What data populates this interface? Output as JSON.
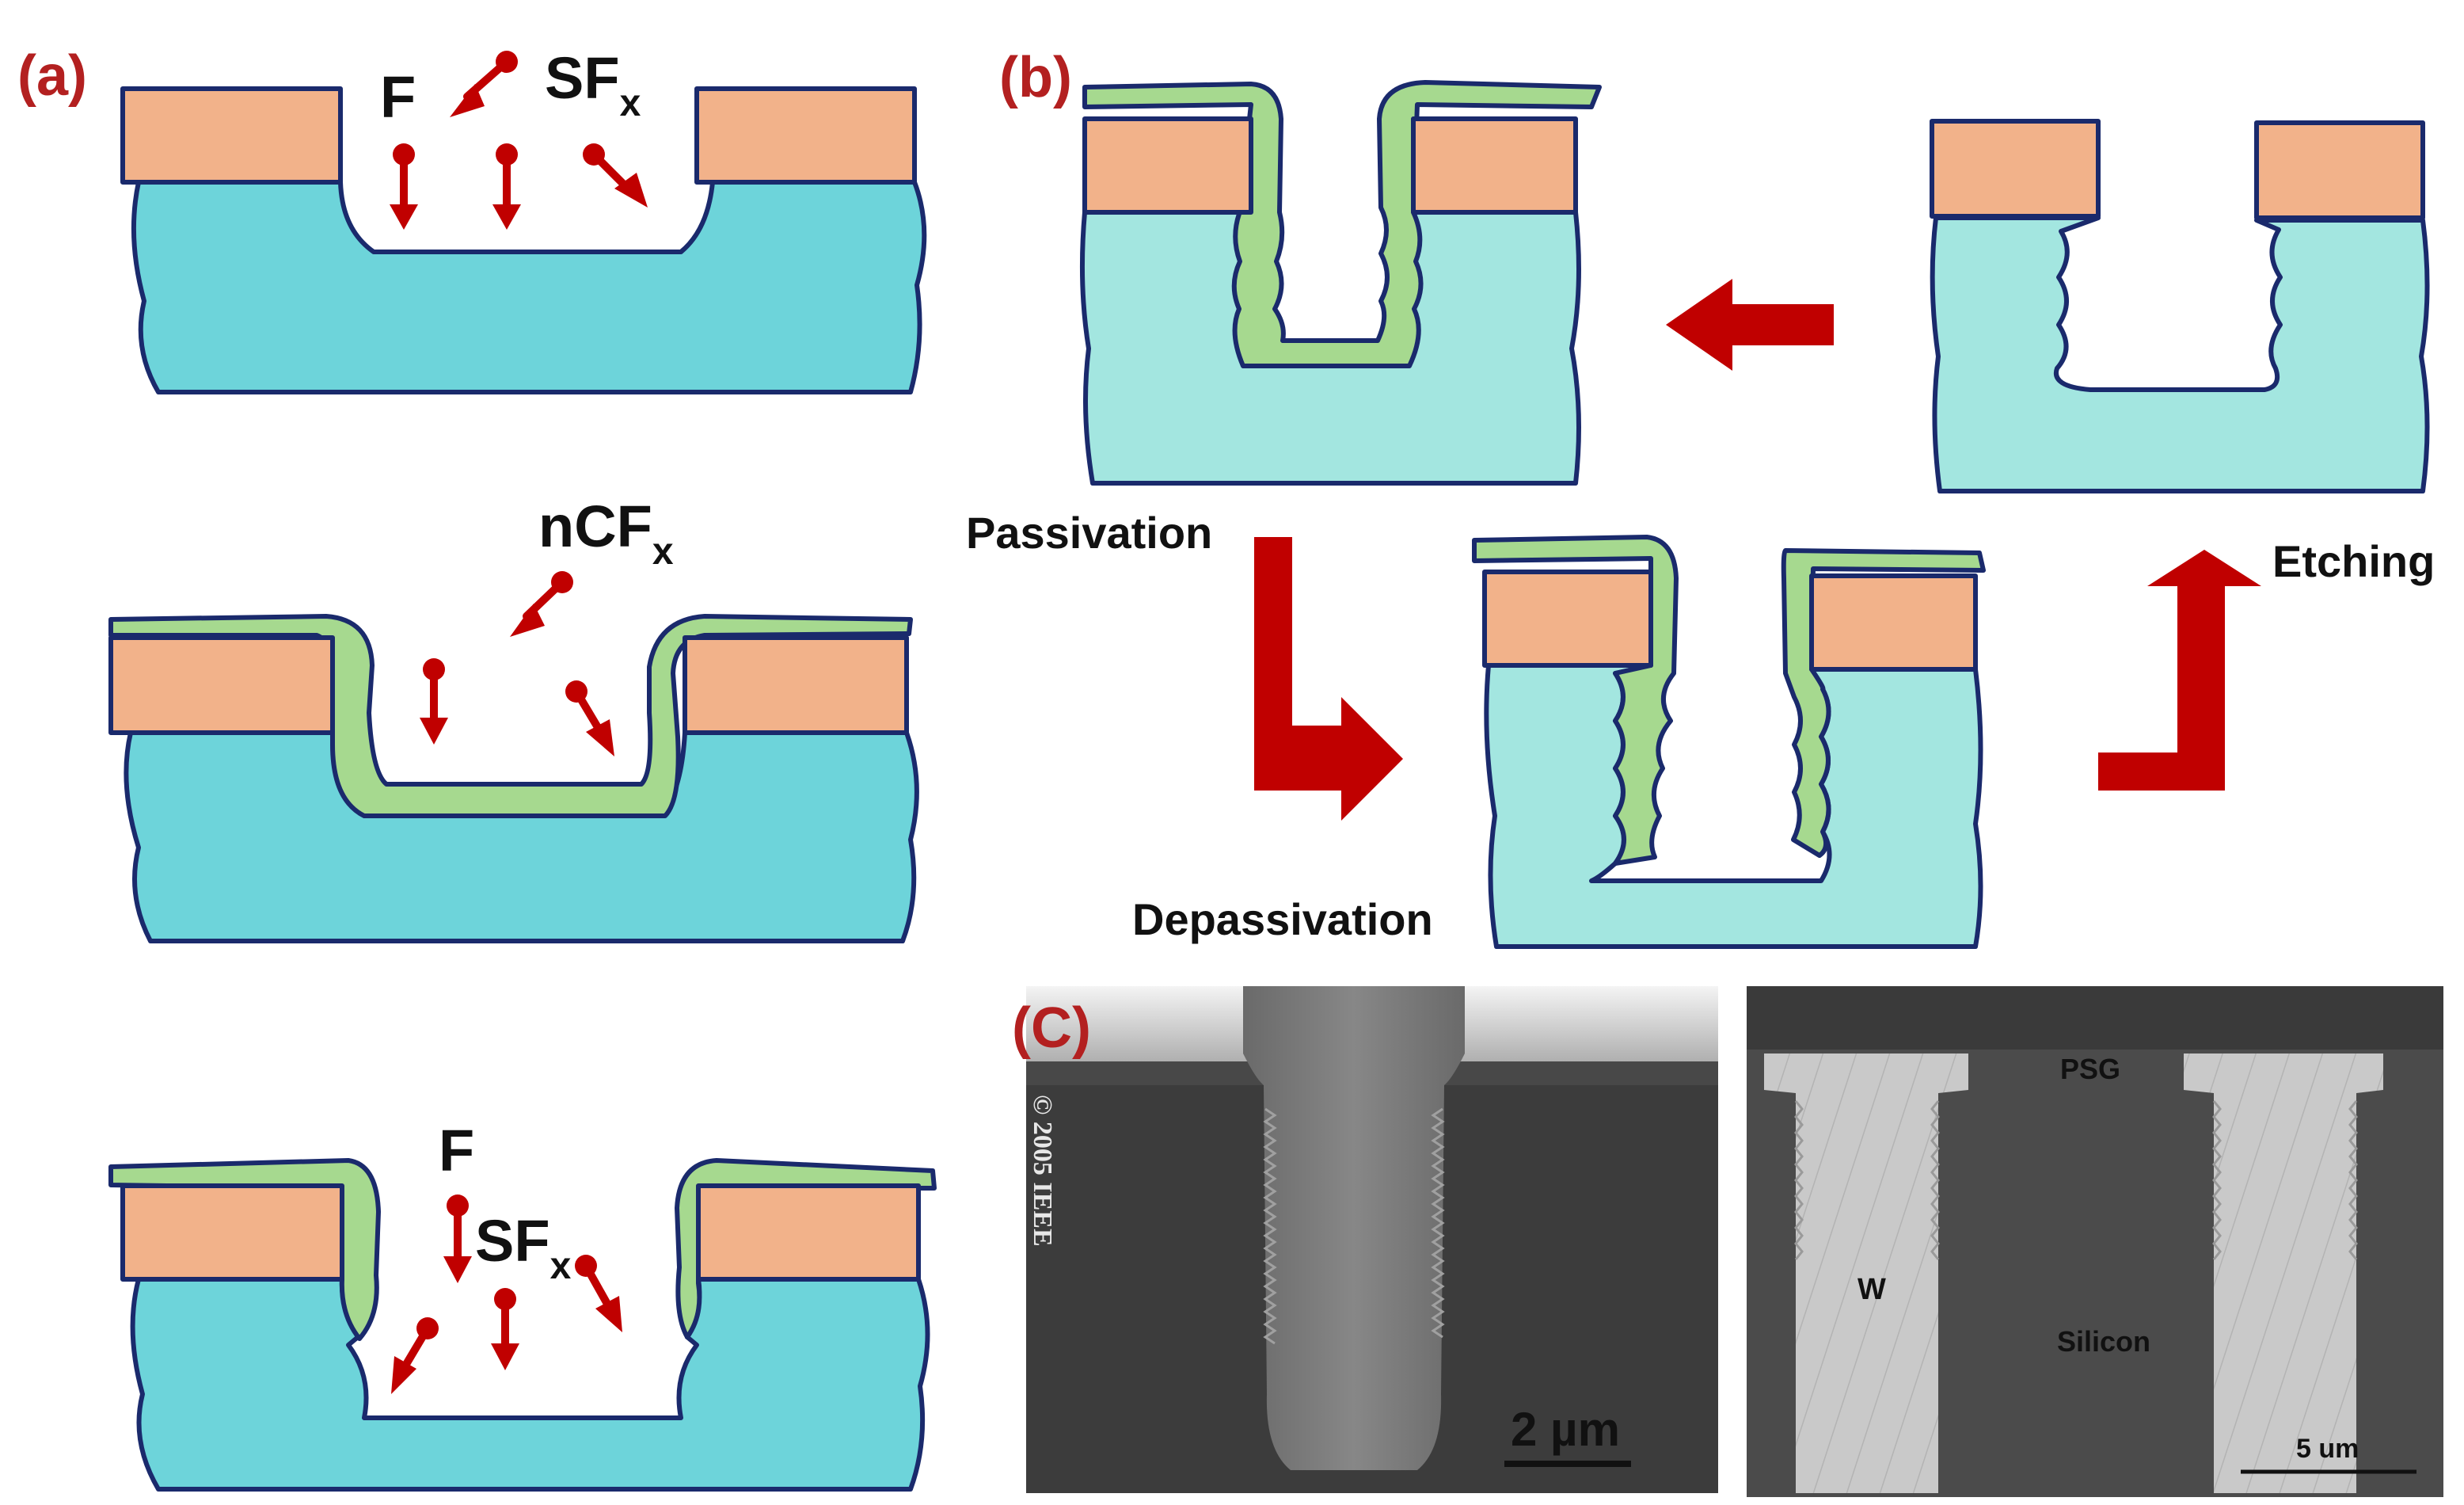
{
  "panels": {
    "a": {
      "label": "(a)"
    },
    "b": {
      "label": "(b)"
    },
    "c": {
      "label": "(C)"
    }
  },
  "ions": {
    "a1_f": "F",
    "a1_sfx_main": "SF",
    "a1_sfx_sub": "x",
    "a2_ncfx_main": "nCF",
    "a2_ncfx_sub": "x",
    "a3_f": "F",
    "a3_sfx_main": "SF",
    "a3_sfx_sub": "x"
  },
  "cycle": {
    "passivation": "Passivation",
    "depassivation": "Depassivation",
    "etching": "Etching"
  },
  "sem_left": {
    "copyright": "© 2005 IEEE",
    "scale": "2 µm"
  },
  "sem_right": {
    "psg": "PSG",
    "w": "W",
    "silicon": "Silicon",
    "scale": "5 um"
  },
  "colors": {
    "panel_label": "#b32020",
    "arrow": "#c00000",
    "substrate_a": "#6dd4da",
    "substrate_b": "#a3e6e0",
    "mask": "#f2b28a",
    "passivation": "#a6d98f",
    "outline": "#1a2a6c"
  }
}
